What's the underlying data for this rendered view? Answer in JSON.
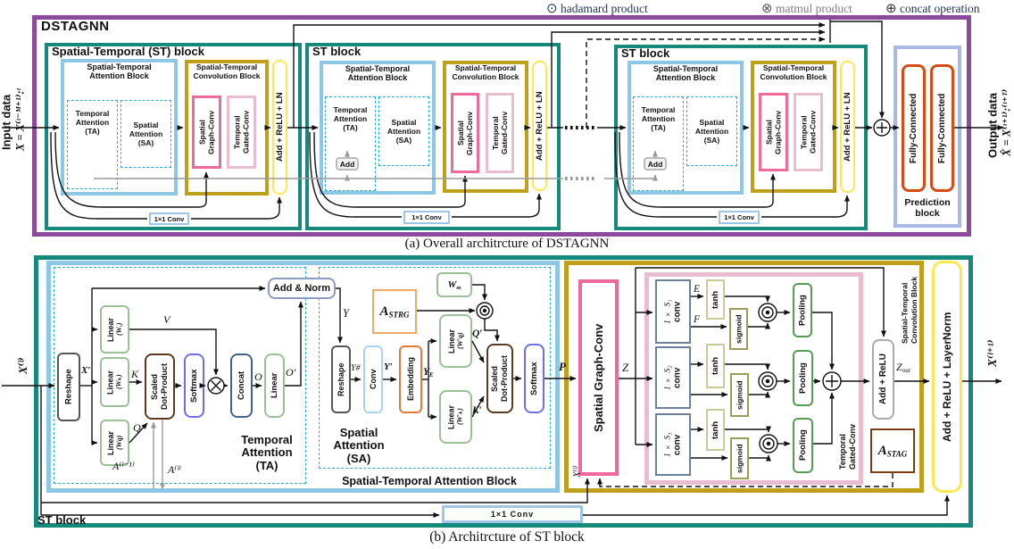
{
  "legend": {
    "hadamard": {
      "symbol": "⊙",
      "label": "hadamard product",
      "color": "#1F3255"
    },
    "matmul": {
      "symbol": "⊗",
      "label": "matmul product",
      "color": "#7F7F7F"
    },
    "concat": {
      "symbol": "⊕",
      "label": "concat operation",
      "color": "#1F3255"
    }
  },
  "colors": {
    "outer_border": "#8B4A9B",
    "st_block_border": "#15897B",
    "attention_block_border": "#8EC7E5",
    "attention_dashed": "#29ABE2",
    "conv_block_border": "#BFA01A",
    "spatial_graph_conv": "#EE6A9C",
    "temporal_gated_conv": "#E9BDD0",
    "add_relu_ln": "#FFE752",
    "conv_1x1": "#9FC6E8",
    "prediction_block": "#A9B9E3",
    "fully_connected": "#D44D15",
    "scaled_dot_product": "#5B3A1E",
    "softmax": "#6E6EE8",
    "concat_box": "#44618E",
    "linear_box": "#9BBF97",
    "embedding": "#E07B39",
    "astrg": "#F2A968",
    "astag": "#7A3E12",
    "pooling": "#549E54",
    "sigmoid": "#9C9C59",
    "tanh": "#C9C99A",
    "conv_s": "#6E7F9E",
    "gray_wire": "#999999"
  },
  "panel_a": {
    "title": "DSTAGNN",
    "caption": "(a) Overall architrcture of DSTAGNN",
    "input_label": "Input data",
    "input_formula": "X = X⁽ᵗ⁻ᴹ⁺¹⁾:ᵗ",
    "output_label": "Output data",
    "output_formula": "X̂ = X⁽ᵗ⁺¹⁾:⁽ᵗ⁺ᵀ⁾",
    "blocks": [
      {
        "title": "Spatial-Temporal (ST) block",
        "attention_title": "Spatial-Temporal\nAttention Block",
        "ta": "Temporal\nAttention\n(TA)",
        "sa": "Spatial\nAttention\n(SA)",
        "conv_title": "Spatial-Temporal\nConvolution Block",
        "sgc": "Spatial\nGraph-Conv",
        "tgc": "Temporal\nGated-Conv",
        "add_relu_ln": "Add + ReLU + LN",
        "conv1x1": "1×1 Conv"
      },
      {
        "title": "ST block",
        "attention_title": "Spatial-Temporal\nAttention Block",
        "ta": "Temporal\nAttention\n(TA)",
        "sa": "Spatial\nAttention\n(SA)",
        "add": "Add",
        "conv_title": "Spatial-Temporal\nConvolution Block",
        "sgc": "Spatial\nGraph-Conv",
        "tgc": "Temporal\nGated-Conv",
        "add_relu_ln": "Add + ReLU + LN",
        "conv1x1": "1×1 Conv"
      },
      {
        "title": "ST block",
        "attention_title": "Spatial-Temporal\nAttention Block",
        "ta": "Temporal\nAttention\n(TA)",
        "sa": "Spatial\nAttention\n(SA)",
        "add": "Add",
        "conv_title": "Spatial-Temporal\nConvolution Block",
        "sgc": "Spatial\nGraph-Conv",
        "tgc": "Temporal\nGated-Conv",
        "add_relu_ln": "Add + ReLU + LN",
        "conv1x1": "1×1 Conv"
      }
    ],
    "prediction": {
      "fc1": "Fully-Connected",
      "fc2": "Fully-Connected",
      "label": "Prediction\nblock"
    }
  },
  "panel_b": {
    "caption": "(b) Architrcture of ST block",
    "st_block_label": "ST block",
    "input": "X⁽ˡ⁾",
    "output": "X⁽ˡ⁺¹⁾",
    "ta": {
      "reshape": "Reshape",
      "x_prime": "X′",
      "linear_v_l1": "Linear",
      "linear_v_l2": "(Wᵥ)",
      "linear_k_l1": "Linear",
      "linear_k_l2": "(Wₖ)",
      "linear_q_l1": "Linear",
      "linear_q_l2": "(Wq)",
      "v": "V",
      "k": "K",
      "q": "Q",
      "sdp": "Scaled\nDot-Product",
      "softmax": "Softmax",
      "concat": "Concat",
      "o": "O",
      "linear": "Linear",
      "o_prime": "O′",
      "add_norm": "Add & Norm",
      "a_prev": "A⁽ˡ⁻¹⁾",
      "a_cur": "A⁽ˡ⁾",
      "label": "Temporal\nAttention\n(TA)"
    },
    "sa": {
      "y": "Y",
      "reshape": "Reshape",
      "y_hash": "Y#",
      "conv": "Conv",
      "y_prime": "Y′",
      "embedding": "Embedding",
      "ye_base": "Y",
      "ye_sub": "E",
      "linear_q_l1": "Linear",
      "linear_q_l2": "(W′q)",
      "linear_k_l1": "Linear",
      "linear_k_l2": "(W′ₖ)",
      "q_prime": "Q′",
      "k_prime": "K′",
      "astrg_base": "A",
      "astrg_sub": "STRG",
      "wm_base": "W",
      "wm_sub": "m",
      "sdp": "Scaled\nDot-Product",
      "softmax": "Softmax",
      "p": "P",
      "label": "Spatial\nAttention\n(SA)"
    },
    "sta_label": "Spatial-Temporal Attention Block",
    "conv": {
      "sgc": "Spatial Graph-Conv",
      "z": "Z",
      "x_l": "X⁽ˡ⁾",
      "conv1_l1": "1 × S₁",
      "conv1_l2": "conv",
      "conv2_l1": "1 × S₂",
      "conv2_l2": "conv",
      "conv3_l1": "1 × S₃",
      "conv3_l2": "conv",
      "e": "E",
      "f": "F",
      "tanh": "tanh",
      "sigmoid": "sigmoid",
      "pooling": "Pooling",
      "tgc_label": "Temporal\nGated-Conv",
      "add_relu": "Add + ReLU",
      "zout_base": "Z",
      "zout_sub": "out",
      "stcb_label": "Spatial-Temporal\nConvolution Block",
      "astag_base": "A",
      "astag_sub": "STAG"
    },
    "add_relu_ln": "Add + ReLU + LayerNorm",
    "conv1x1": "1×1 Conv"
  }
}
